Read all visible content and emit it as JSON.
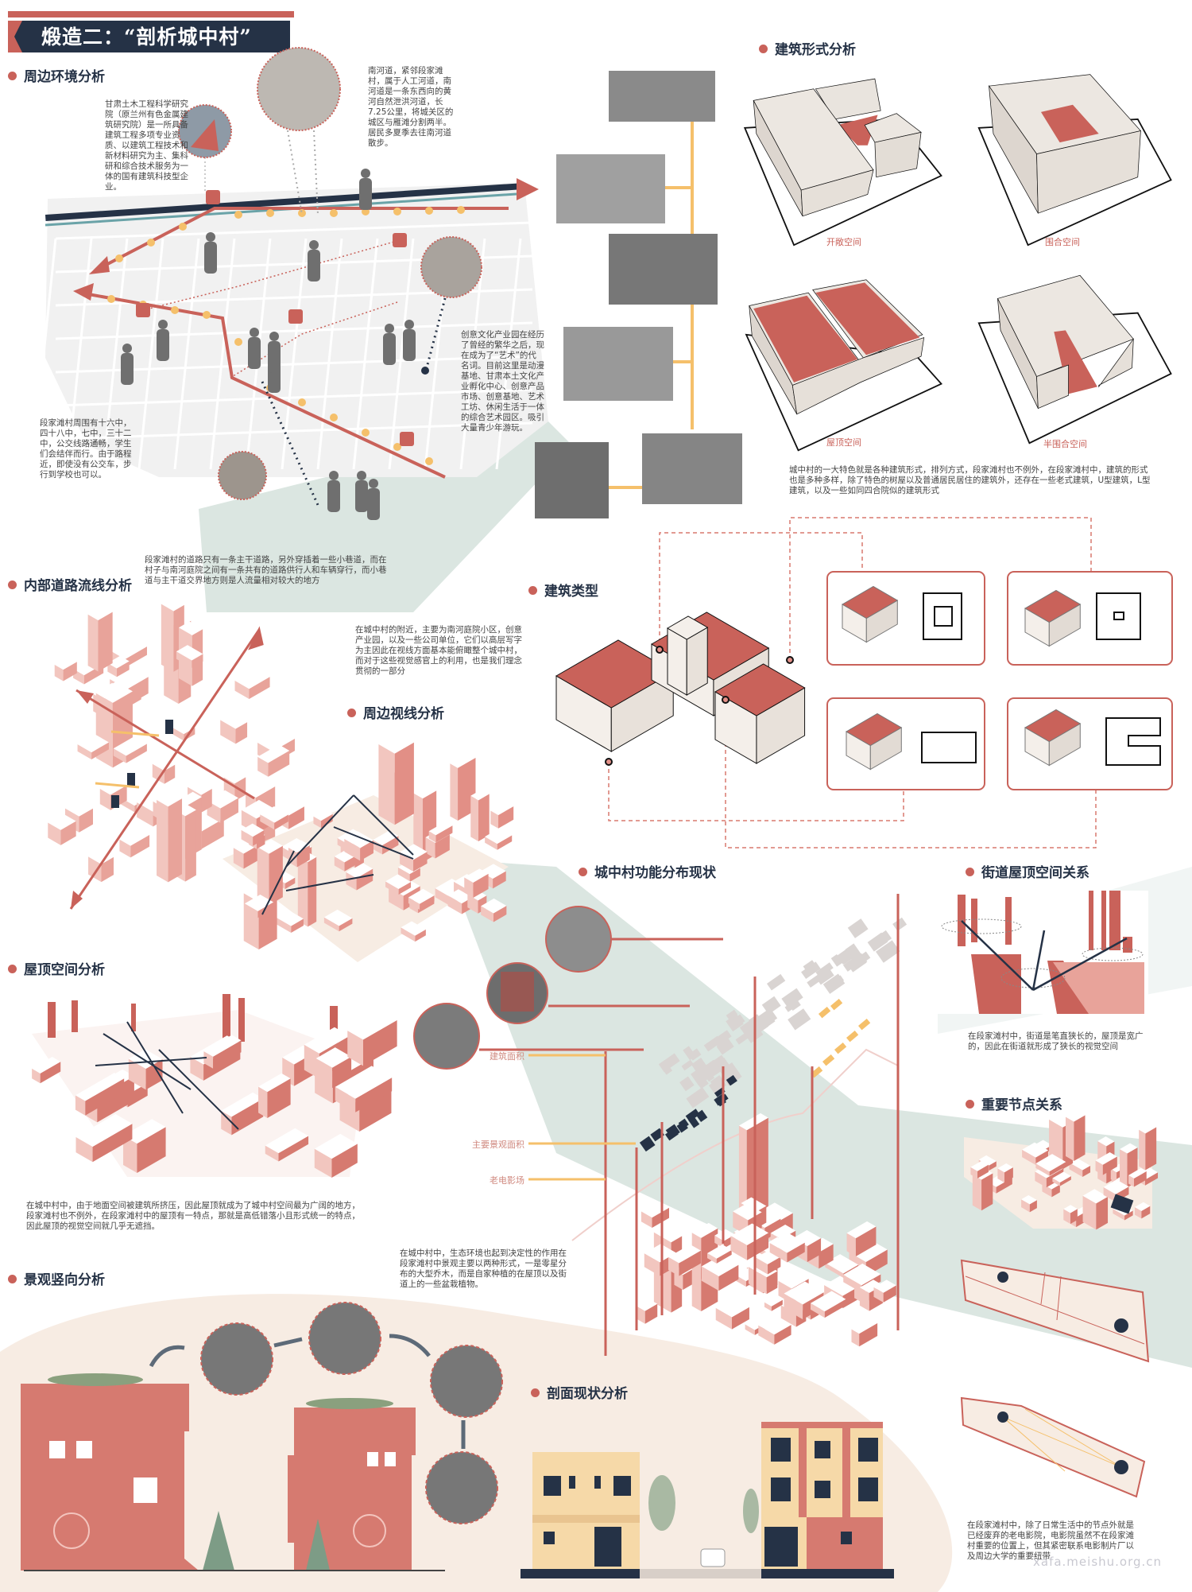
{
  "title": "煅造二：“剖析城中村”",
  "sections": {
    "env": "周边环境分析",
    "form": "建筑形式分析",
    "road": "内部道路流线分析",
    "type": "建筑类型",
    "sight": "周边视线分析",
    "func": "城中村功能分布现状",
    "street": "街道屋顶空间关系",
    "node": "重要节点关系",
    "roof": "屋顶空间分析",
    "land": "景观竖向分析",
    "section": "剖面现状分析"
  },
  "texts": {
    "gansu": "甘肃土木工程科学研究院（原兰州有色金属建筑研究院）是一所具备建筑工程多项专业资质、以建筑工程技术和新材料研究为主、集科研和综合技术服务为一体的国有建筑科技型企业。",
    "nanhe": "南河道，紧邻段家滩村，属于人工河道，南河道是一条东西向的黄河自然泄洪河道，长7.25公里，将城关区的城区与雁滩分割两半。居民多夏季去往南河道散步。",
    "school": "段家滩村周围有十六中，四十八中，七中，三十二中，公交线路通畅，学生们会结伴而行。由于路程近，即使没有公交车，步行到学校也可以。",
    "creative": "创意文化产业园在经历了曾经的繁华之后，现在成为了“艺术”的代名词。目前这里是动漫基地、甘肃本土文化产业孵化中心、创意产品市场、创意基地、艺术工坊、休闲生活于一体的综合艺术园区。吸引大量青少年游玩。",
    "road": "段家滩村的道路只有一条主干道路，另外穿插着一些小巷道，而在村子与南河庭院之间有一条共有的道路供行人和车辆穿行，而小巷道与主干道交界地方则是人流量相对较大的地方",
    "sight": "在城中村的附近，主要为南河庭院小区，创意产业园，以及一些公司单位，它们以高层写字为主因此在视线方面基本能俯瞰整个城中村，而对于这些视觉感官上的利用，也是我们理念贯彻的一部分",
    "form": "城中村的一大特色就是各种建筑形式，排列方式，段家滩村也不例外，在段家滩村中，建筑的形式也是多种多样，除了特色的树屋以及普通居民居住的建筑外，还存在一些老式建筑，U型建筑，L型建筑，以及一些如同四合院似的建筑形式",
    "street": "在段家滩村中，街道是笔直狭长的，屋顶是宽广的，因此在街道就形成了狭长的视觉空间",
    "roof": "在城中村中，由于地面空间被建筑所挤压，因此屋顶就成为了城中村空间最为广阔的地方，段家滩村也不例外，在段家滩村中的屋顶有一特点，那就是高低错落小且形式统一的特点，因此屋顶的视觉空间就几乎无遮挡。",
    "eco": "在城中村中，生态环境也起到决定性的作用在段家滩村中景观主要以两种形式，一是零星分布的大型乔木，而是自家种植的在屋顶以及街道上的一些盆栽植物。",
    "node": "在段家滩村中，除了日常生活中的节点外就是已经废弃的老电影院，电影院虽然不在段家滩村重要的位置上，但其紧密联系电影制片厂以及周边大学的重要纽带"
  },
  "form_labels": [
    "开敞空间",
    "围合空间",
    "屋顶空间",
    "半围合空间"
  ],
  "func_labels": [
    "建筑面积",
    "主要景观面积",
    "老电影场"
  ],
  "watermark": "xafa.meishu.org.cn",
  "colors": {
    "accent": "#c9625a",
    "navy": "#253246",
    "yellow": "#f5c06b",
    "pink": "#f0c9c2",
    "cream": "#f7ece3",
    "sage": "#dbe6e1"
  }
}
